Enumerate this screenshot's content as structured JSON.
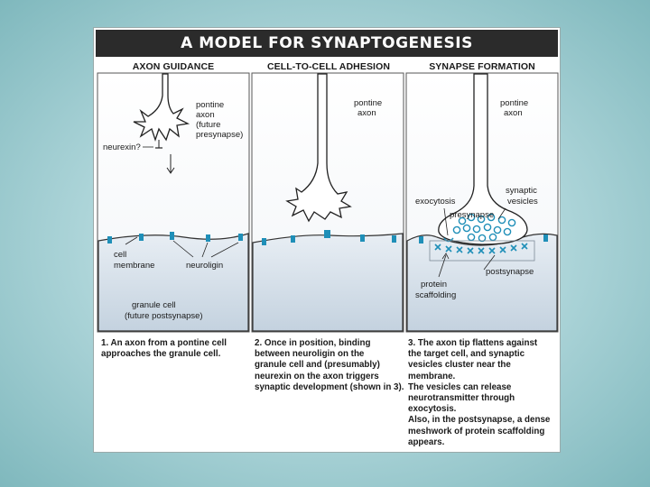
{
  "title": "A MODEL FOR SYNAPTOGENESIS",
  "panels": [
    {
      "heading": "AXON GUIDANCE",
      "labels": {
        "axon": "pontine\naxon\n(future\npresynapse)",
        "neurexin": "neurexin?",
        "membrane": "cell\nmembrane",
        "neuroligin": "neuroligin",
        "granule": "granule cell\n(future postsynapse)"
      },
      "caption": "1. An axon from a pontine cell\napproaches the granule cell."
    },
    {
      "heading": "CELL-TO-CELL ADHESION",
      "labels": {
        "axon": "pontine\naxon"
      },
      "caption": "2. Once in position, binding\nbetween neuroligin on the\ngranule cell and (presumably)\nneurexin on the axon triggers\nsynaptic development (shown in 3)."
    },
    {
      "heading": "SYNAPSE FORMATION",
      "labels": {
        "axon": "pontine\naxon",
        "vesicles": "synaptic\nvesicles",
        "exocytosis": "exocytosis",
        "presynapse": "presynapse",
        "postsynapse": "postsynapse",
        "scaffolding": "protein\nscaffolding"
      },
      "caption": "3. The axon tip flattens against\nthe target cell, and synaptic\nvesicles cluster near the membrane.\nThe vesicles can release\nneurotransmitter through exocytosis.\nAlso, in the postsynapse, a dense\nmeshwork of protein scaffolding\nappears."
    }
  ],
  "colors": {
    "title_bg": "#2b2b2b",
    "accent": "#1f8fb8",
    "cell_top": "#eef2f6",
    "cell_bottom": "#c9d6e2"
  }
}
